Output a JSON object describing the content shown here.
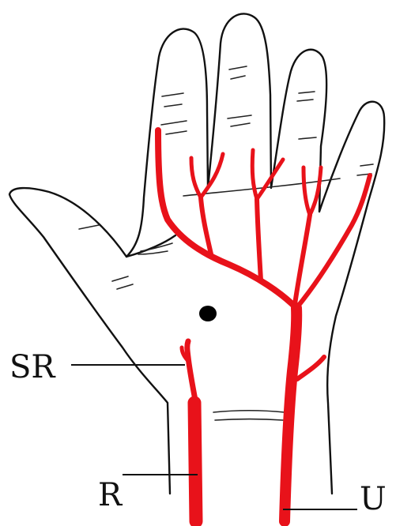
{
  "labels": {
    "sr": "SR",
    "r": "R",
    "u": "U"
  },
  "colors": {
    "artery": "#e8121a",
    "outline": "#111111",
    "background": "#ffffff"
  }
}
